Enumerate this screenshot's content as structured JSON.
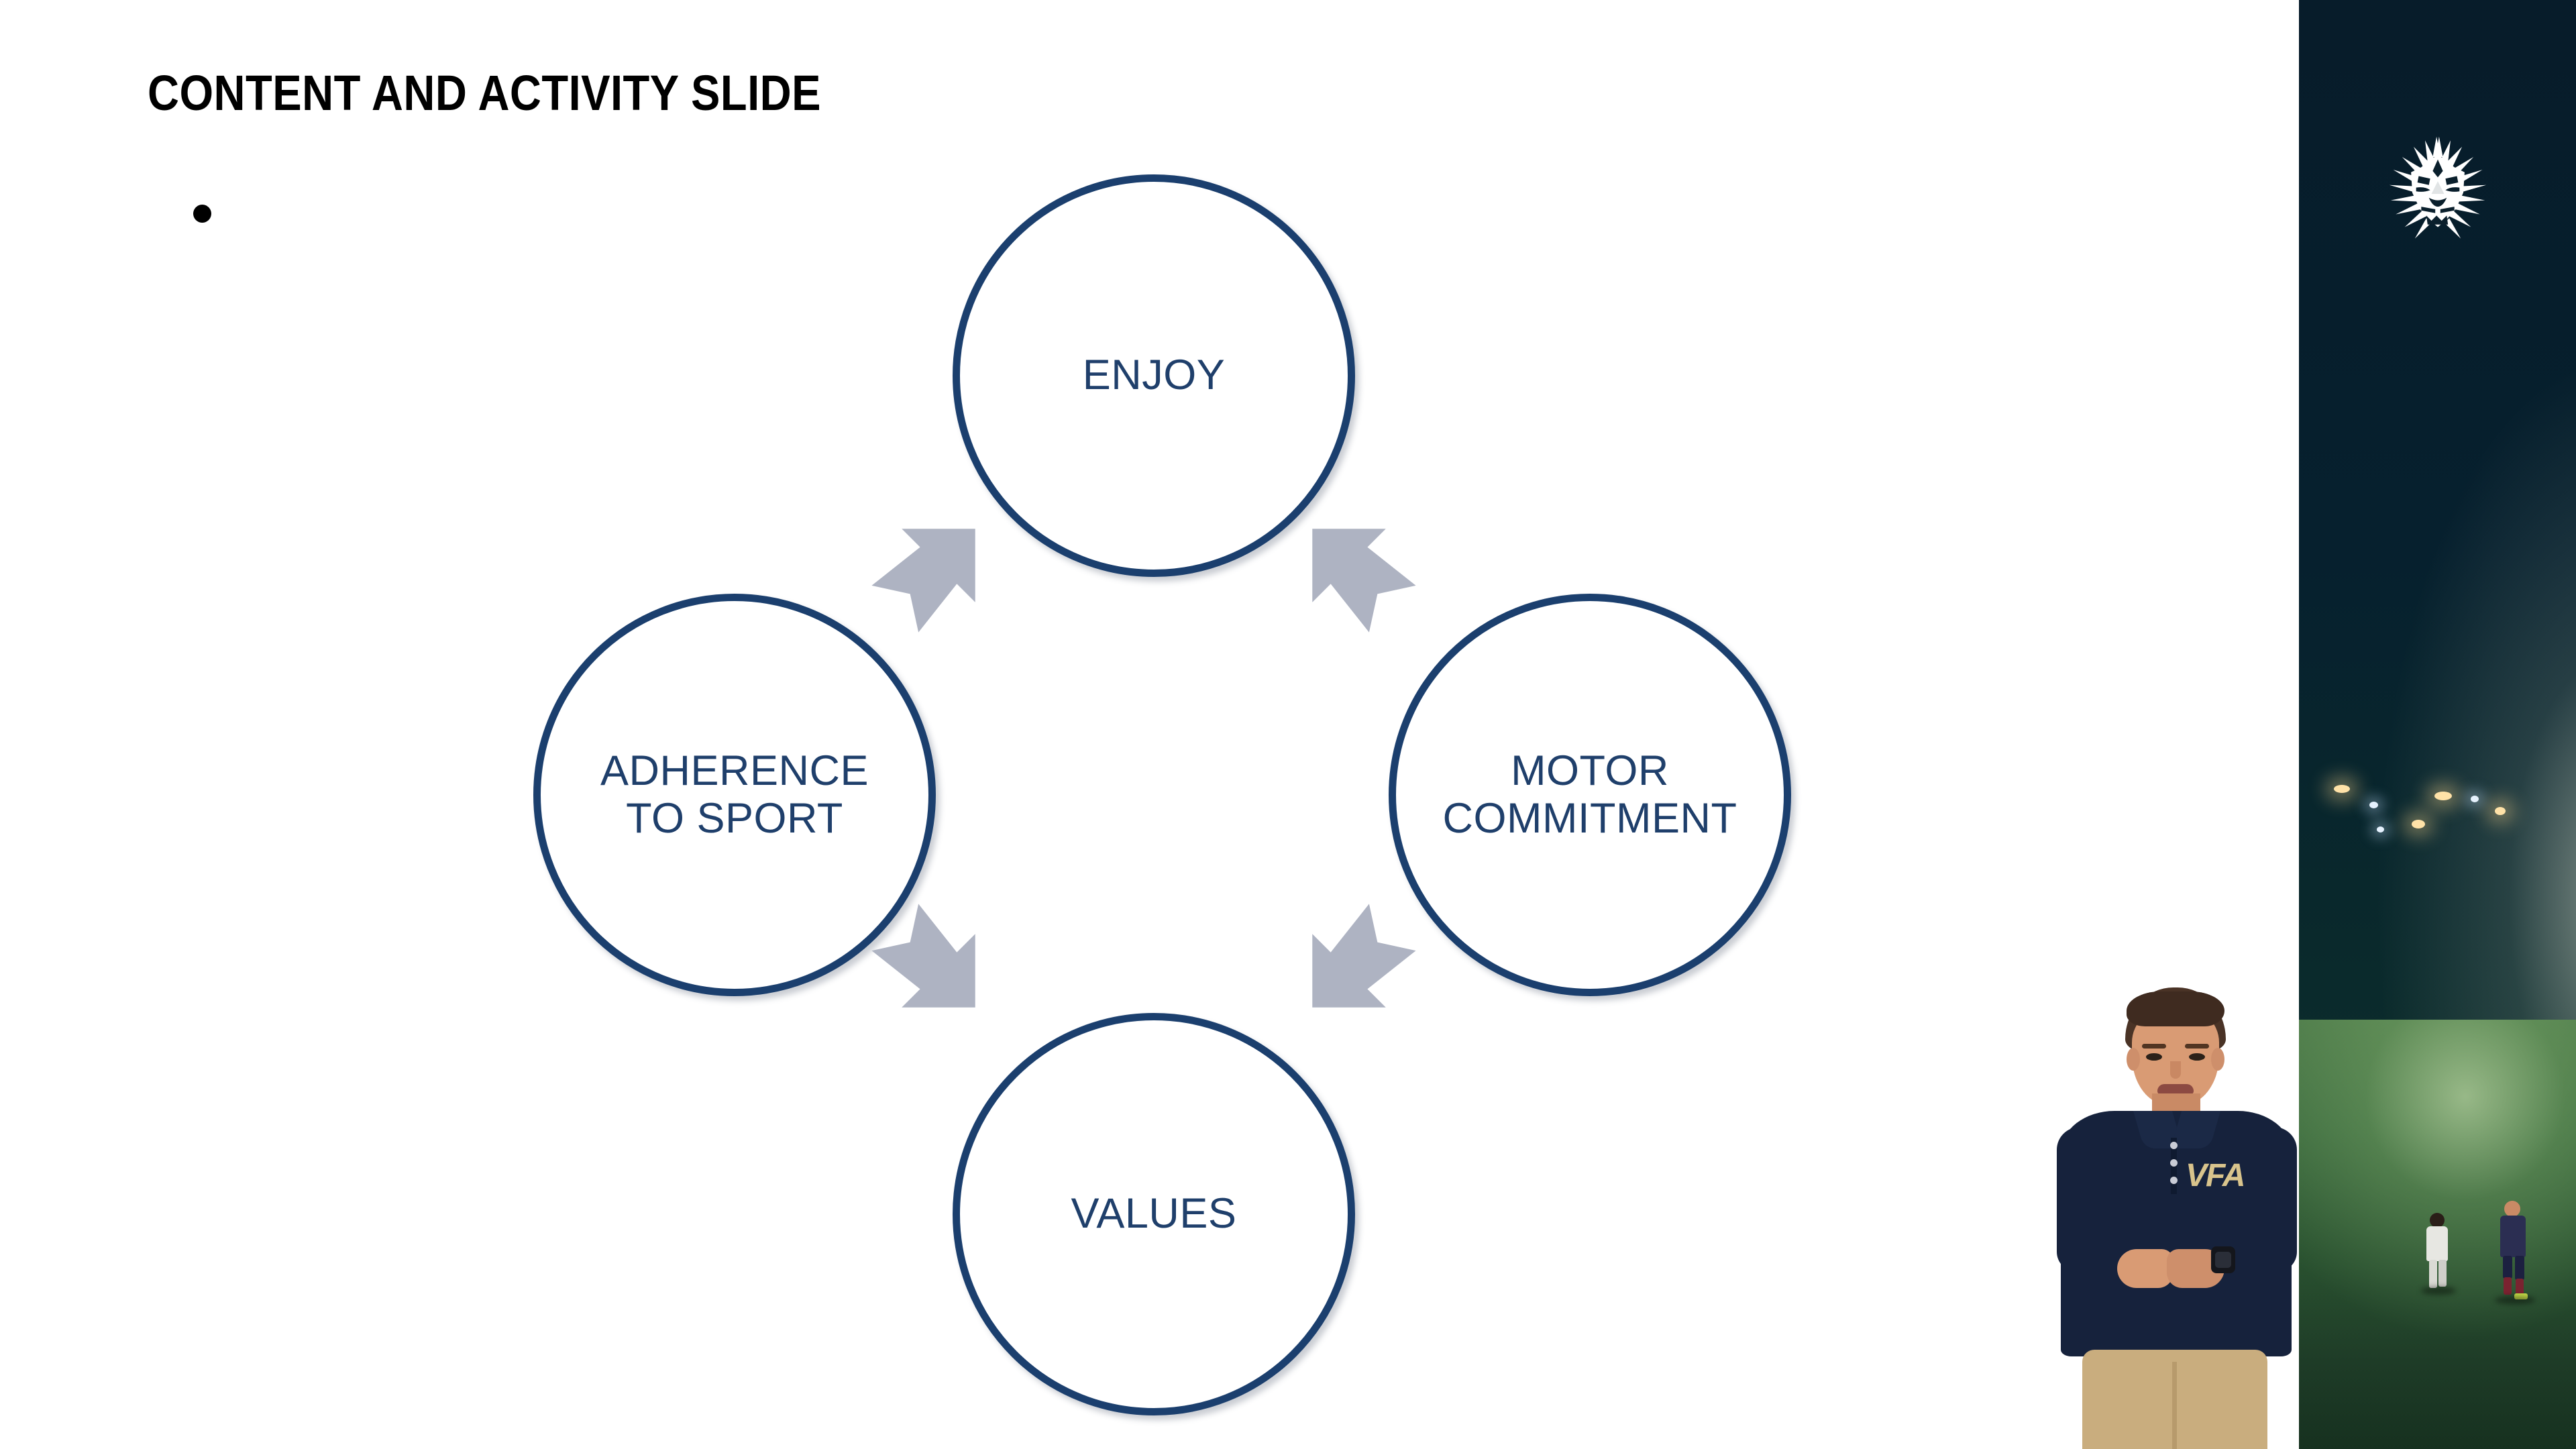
{
  "slide": {
    "title": "CONTENT AND ACTIVITY SLIDE",
    "background_color": "#FFFFFF",
    "bullets": [
      {
        "text": ""
      }
    ]
  },
  "diagram": {
    "type": "cycle",
    "accent_color": "#1B3F6E",
    "text_color": "#1F3F6B",
    "arrow_color": "#AEB3C2",
    "nodes": [
      {
        "id": "enjoy",
        "label": "ENJOY",
        "position": "top"
      },
      {
        "id": "motor-commitment",
        "label": "MOTOR\nCOMMITMENT",
        "position": "right"
      },
      {
        "id": "values",
        "label": "VALUES",
        "position": "bottom"
      },
      {
        "id": "adherence",
        "label": "ADHERENCE\nTO SPORT",
        "position": "left"
      }
    ],
    "arrows": [
      {
        "id": "adherence-to-enjoy",
        "from": "adherence",
        "to": "enjoy",
        "direction": "up-left"
      },
      {
        "id": "enjoy-to-motor",
        "from": "enjoy",
        "to": "motor-commitment",
        "direction": "down-right"
      },
      {
        "id": "motor-to-values",
        "from": "motor-commitment",
        "to": "values",
        "direction": "up-right"
      },
      {
        "id": "values-to-adherence",
        "from": "values",
        "to": "adherence",
        "direction": "up-left"
      }
    ]
  },
  "video": {
    "strip": {
      "scene": "night-football-pitch",
      "background_color": "#06202E",
      "pitch_color": "#3C6B3E"
    },
    "logo": {
      "name": "lion-head-logo",
      "color": "#FFFFFF"
    },
    "presenter": {
      "shirt_color": "#16223C",
      "pants_color": "#C9AD7E",
      "shirt_logo_text": "VFA",
      "shirt_logo_color": "#D9C48C"
    }
  }
}
